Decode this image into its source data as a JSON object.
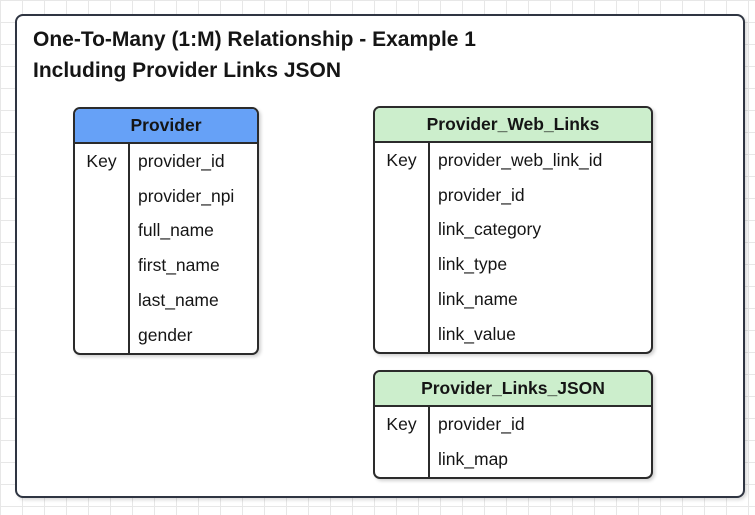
{
  "title": {
    "line1": "One-To-Many (1:M) Relationship - Example 1",
    "line2": "Including Provider Links JSON"
  },
  "entities": {
    "provider": {
      "name": "Provider",
      "key_label": "Key",
      "header_color": "#66a1f7",
      "fields": [
        "provider_id",
        "provider_npi",
        "full_name",
        "first_name",
        "last_name",
        "gender"
      ]
    },
    "provider_web_links": {
      "name": "Provider_Web_Links",
      "key_label": "Key",
      "header_color": "#cceecc",
      "fields": [
        "provider_web_link_id",
        "provider_id",
        "link_category",
        "link_type",
        "link_name",
        "link_value"
      ]
    },
    "provider_links_json": {
      "name": "Provider_Links_JSON",
      "key_label": "Key",
      "header_color": "#cceecc",
      "fields": [
        "provider_id",
        "link_map"
      ]
    }
  },
  "relationships": [
    {
      "from_entity": "Provider",
      "from_field": "provider_id",
      "to_entity": "Provider_Web_Links",
      "to_field": "provider_id",
      "from_notation": "one-optional (tick + circle)",
      "to_notation": "many (crow's foot)"
    },
    {
      "from_entity": "Provider",
      "from_field": "provider_id",
      "to_entity": "Provider_Links_JSON",
      "to_field": "provider_id",
      "from_notation": "one-optional (tick + circle)",
      "to_notation": "optional-one (circle + tick)"
    }
  ],
  "colors": {
    "blue_header": "#66a1f7",
    "green_header": "#cceecc",
    "table_border": "#2b2b2b",
    "connector_dark": "#3a3f4a",
    "connector_gray": "#999999",
    "grid_line": "#e7e7e7",
    "outer_border": "#2f3542"
  }
}
